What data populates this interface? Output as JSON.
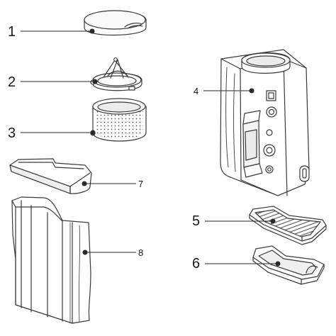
{
  "diagram": {
    "labels": [
      {
        "id": "1",
        "text": "1",
        "part": "lid"
      },
      {
        "id": "2",
        "text": "2",
        "part": "filter-basket"
      },
      {
        "id": "3",
        "text": "3",
        "part": "filter-cylinder"
      },
      {
        "id": "4",
        "text": "4",
        "part": "main-body"
      },
      {
        "id": "5",
        "text": "5",
        "part": "drip-grid"
      },
      {
        "id": "6",
        "text": "6",
        "part": "drip-tray"
      },
      {
        "id": "7",
        "text": "7",
        "part": "tank-cover"
      },
      {
        "id": "8",
        "text": "8",
        "part": "water-tank"
      }
    ],
    "colors": {
      "stroke": "#3a3a3a",
      "fill": "#ffffff",
      "shade": "#e8e8e8",
      "dark": "#555555"
    }
  }
}
